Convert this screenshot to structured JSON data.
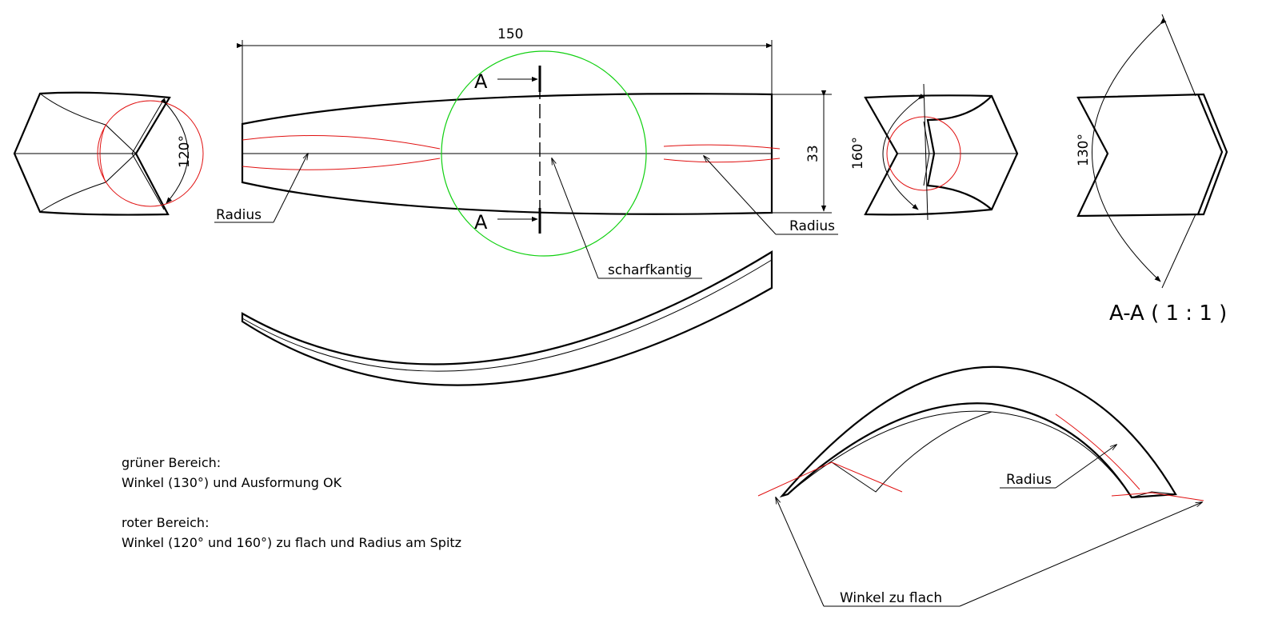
{
  "dimensions": {
    "length": "150",
    "height": "33",
    "angle_left": "120°",
    "angle_right": "160°",
    "angle_section": "130°"
  },
  "section": {
    "marker_top": "A",
    "marker_bottom": "A",
    "title": "A-A ( 1 : 1 )"
  },
  "callouts": {
    "radius_left": "Radius",
    "radius_right": "Radius",
    "sharp_edge": "scharfkantig",
    "radius_3d": "Radius",
    "angle_too_flat": "Winkel zu flach"
  },
  "notes": {
    "green_heading": "grüner Bereich:",
    "green_text": "Winkel (130°) und Ausformung OK",
    "red_heading": "roter Bereich:",
    "red_text": "Winkel (120° und 160°) zu flach und Radius am Spitz"
  },
  "colors": {
    "outline": "#000000",
    "problem_area": "#e01010",
    "ok_area": "#10d010"
  }
}
